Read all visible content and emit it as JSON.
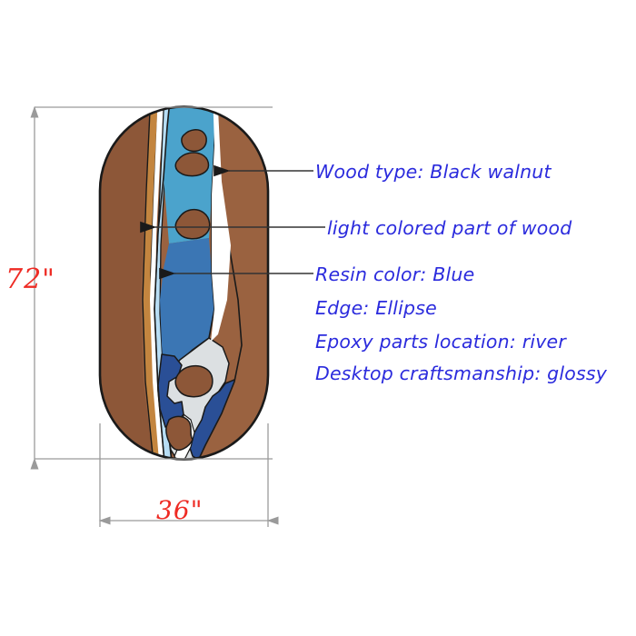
{
  "diagram": {
    "title": "Epoxy river table specification drawing",
    "background_color": "#ffffff"
  },
  "dimensions": {
    "height_label": "72\"",
    "width_label": "36\"",
    "line_color": "#9a9a9a",
    "text_color": "#ee2b24"
  },
  "annotations": {
    "text_color": "#2b2bdd",
    "leader_color": "#333333",
    "items": [
      {
        "id": "wood-type",
        "label": "Wood type: Black walnut"
      },
      {
        "id": "light-wood",
        "label": "light colored part of wood"
      },
      {
        "id": "resin-color",
        "label": "Resin color: Blue"
      },
      {
        "id": "edge",
        "label": "Edge: Ellipse"
      },
      {
        "id": "epoxy-loc",
        "label": "Epoxy parts location: river"
      },
      {
        "id": "craft",
        "label": "Desktop craftsmanship: glossy"
      }
    ]
  },
  "table_top": {
    "shape": "stadium-ellipse",
    "outline_color": "#1a1a1a",
    "colors": {
      "wood_dark_brown": "#8d5738",
      "wood_mid_brown": "#9a6240",
      "wood_light_tan": "#c3853f",
      "wood_island_brown": "#8d5738",
      "highlight_white": "#ffffff",
      "resin_pale_blue": "#b7ddf4",
      "resin_cyan": "#4ba3cc",
      "resin_mid_blue": "#3b76b4",
      "resin_navy": "#2a4f96",
      "resin_grey_white": "#dce0e2"
    }
  }
}
